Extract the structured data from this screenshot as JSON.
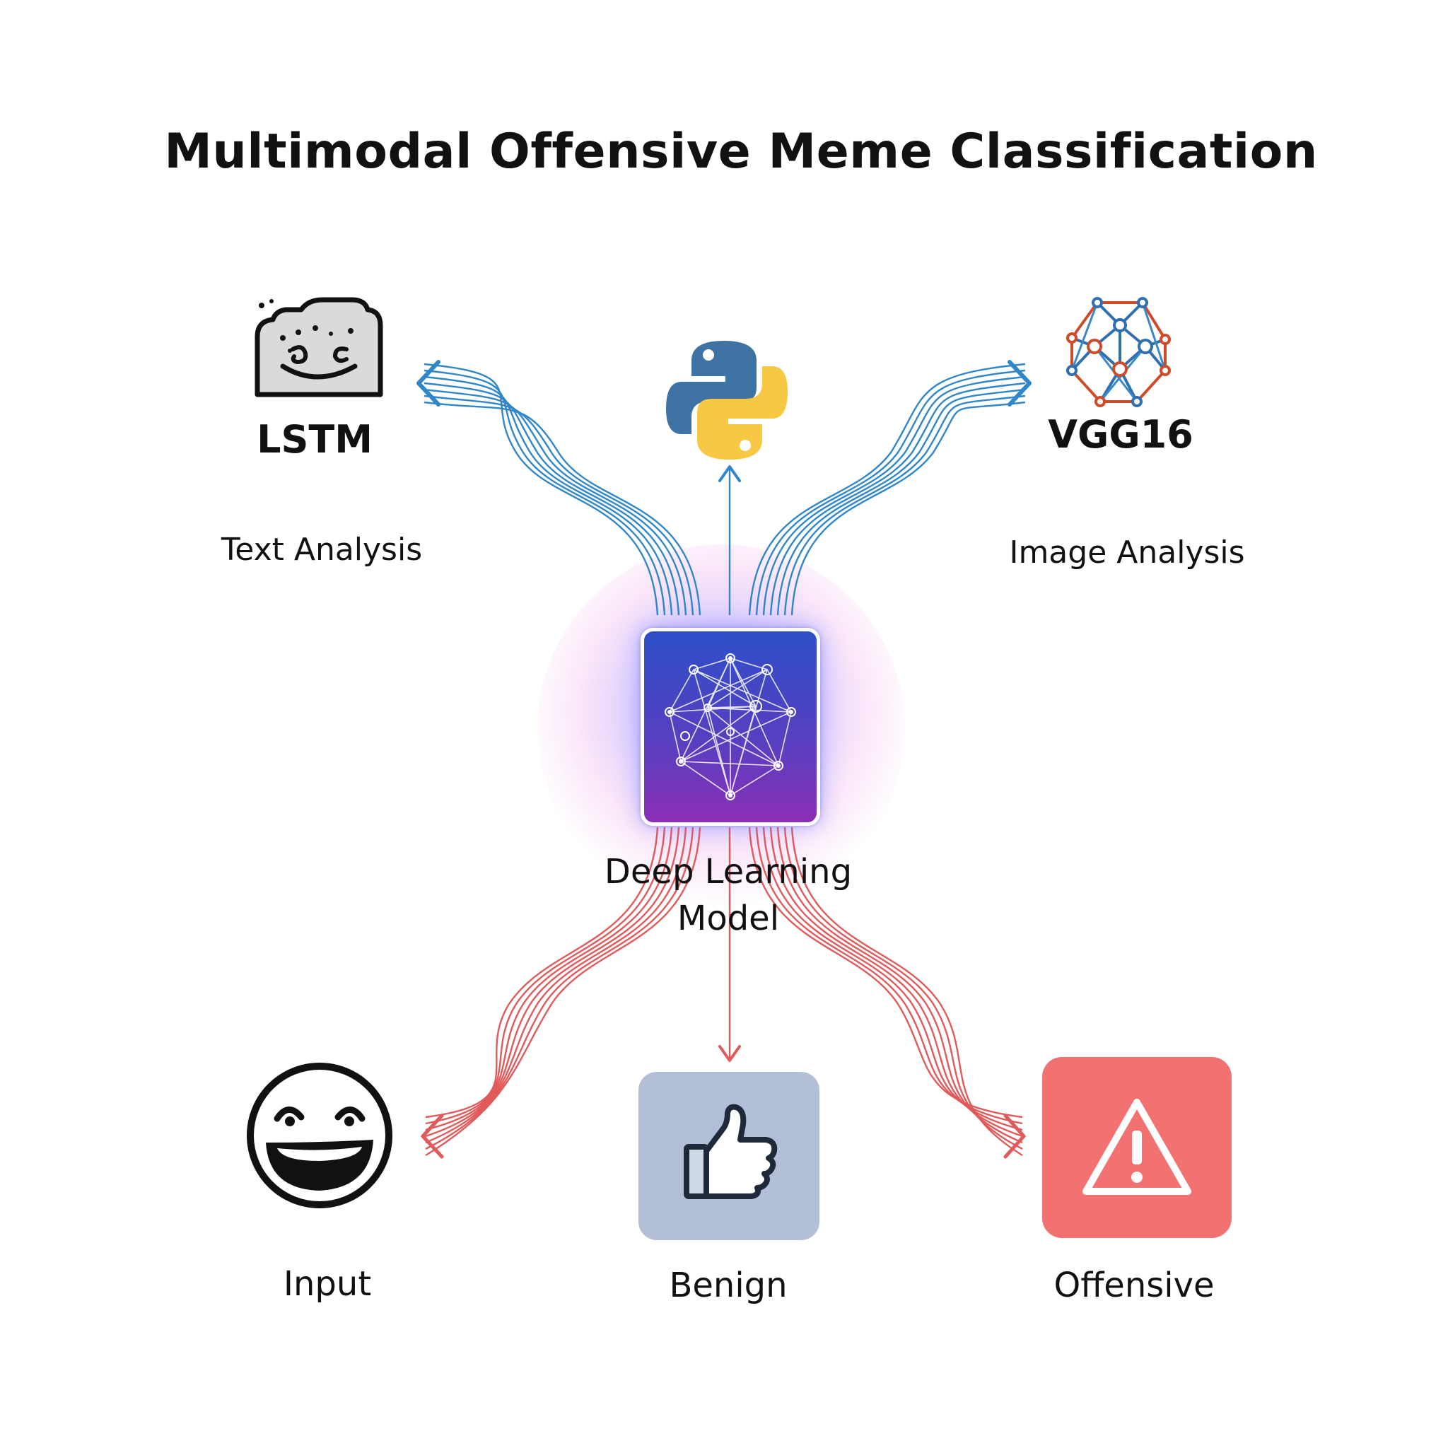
{
  "title": "Multimodal Offensive Meme Classification",
  "nodes": {
    "lstm": {
      "name": "LSTM",
      "description": "Text Analysis"
    },
    "python": {
      "icon": "python-logo-icon"
    },
    "vgg16": {
      "name": "VGG16",
      "description": "Image Analysis"
    },
    "model": {
      "label_line1": "Deep Learning",
      "label_line2": "Model"
    },
    "input": {
      "label": "Input"
    },
    "benign": {
      "label": "Benign"
    },
    "offensive": {
      "label": "Offensive"
    }
  },
  "colors": {
    "upper_flow": "#2f86c8",
    "lower_flow": "#e05a5a",
    "model_top": "#2e4fc9",
    "model_bottom": "#8a2fb6",
    "benign_fill": "#b2bfd6",
    "offensive_fill": "#f27272",
    "python_blue": "#3f73a3",
    "python_yellow": "#f7c843"
  },
  "icons": [
    "meme-face-icon",
    "python-logo-icon",
    "network-graph-icon",
    "neural-network-icon",
    "laughing-face-icon",
    "thumbs-up-icon",
    "warning-icon"
  ]
}
